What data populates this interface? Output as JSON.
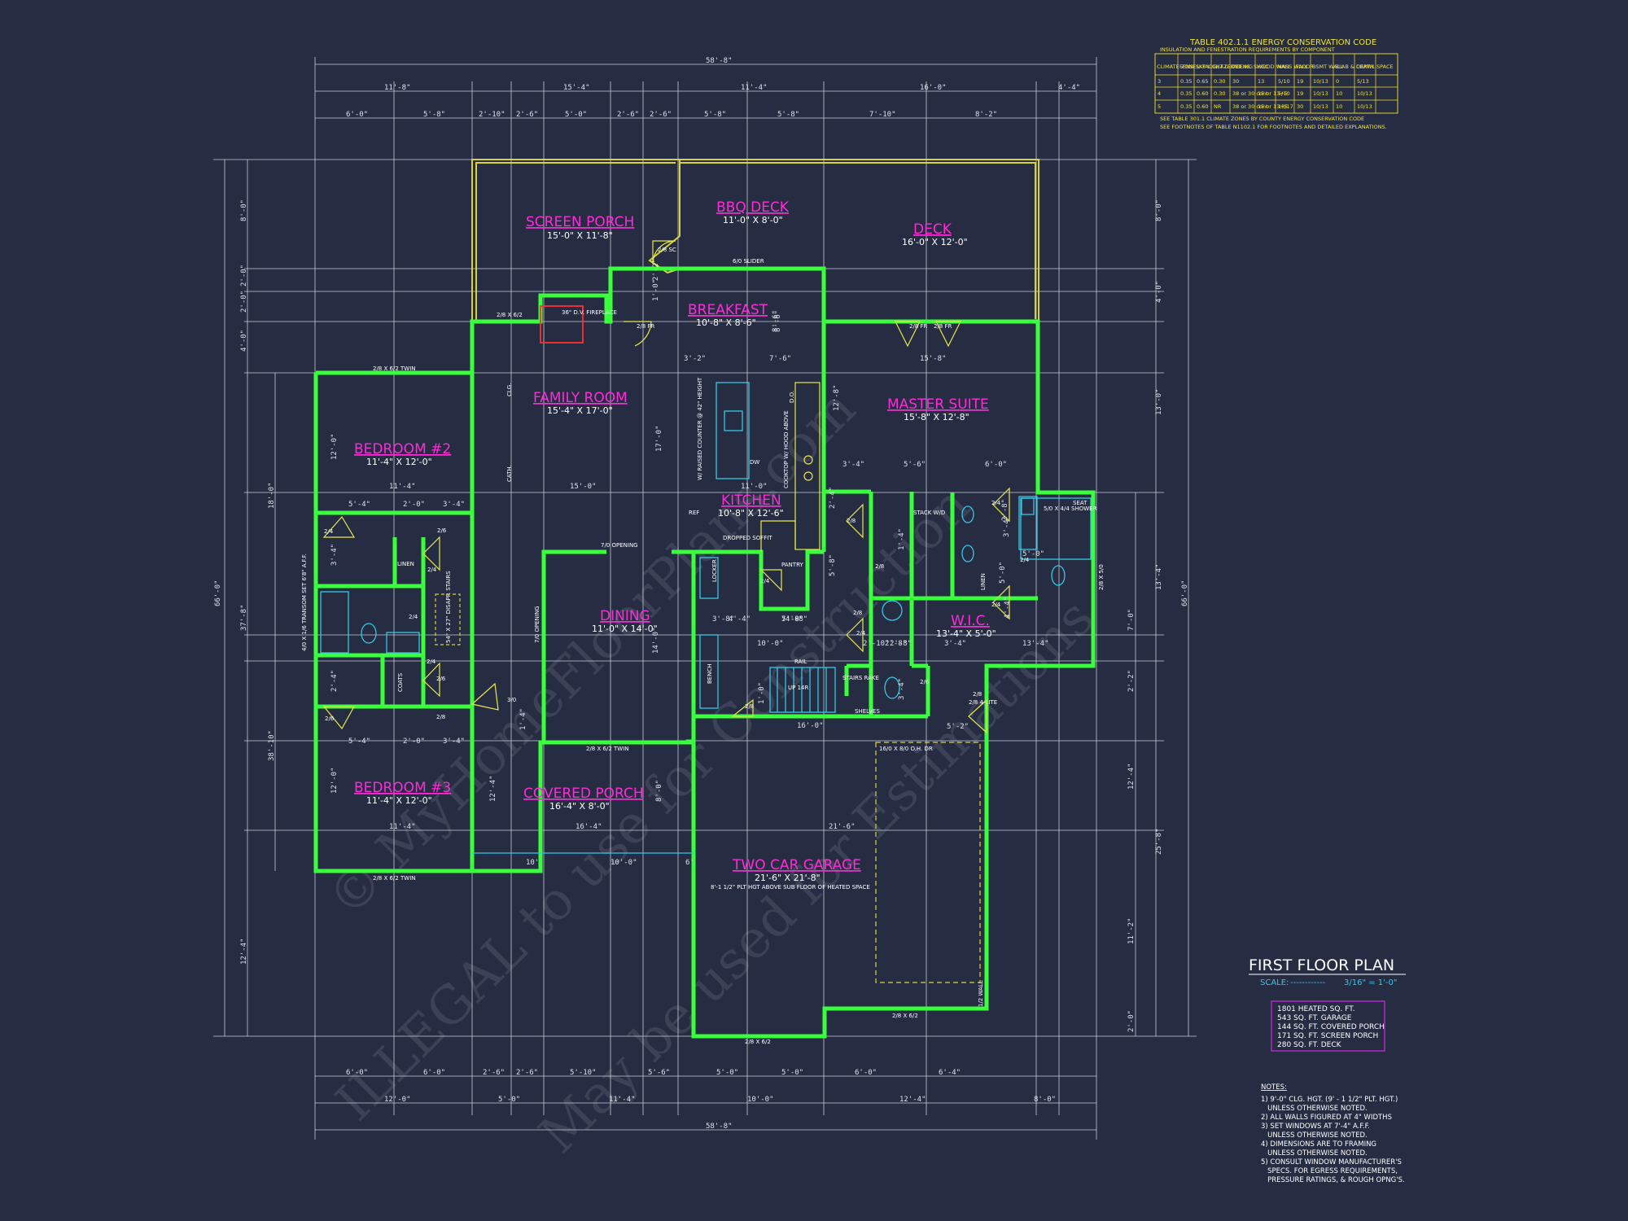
{
  "plan_title": "FIRST FLOOR PLAN",
  "scale": {
    "label": "SCALE:",
    "leader": "------------",
    "value": "3/16\" = 1'-0\""
  },
  "energy_table": {
    "title": "TABLE 402.1.1 ENERGY CONSERVATION CODE",
    "subtitle": "INSULATION AND FENESTRATION REQUIREMENTS BY COMPONENT",
    "headers": [
      "CLIMATE ZONE",
      "FENS. U-FAC",
      "SKY LIGHT U-FAC",
      "GLAZED FENS. SHGC",
      "CEILING",
      "WOOD WALL",
      "MASS WALL",
      "FLOOR",
      "BSMT WALL",
      "SLAB & DEPTH",
      "CRAWL SPACE"
    ],
    "rows": [
      [
        "3",
        "0.35",
        "0.65",
        "0.30",
        "30",
        "13",
        "5/10",
        "19",
        "10/13",
        "0",
        "5/13"
      ],
      [
        "4",
        "0.35",
        "0.60",
        "0.30",
        "38 or 30 cont",
        "15 or 13+5",
        "5/10",
        "19",
        "10/13",
        "10",
        "10/13"
      ],
      [
        "5",
        "0.35",
        "0.60",
        "NR",
        "38 or 30 cont",
        "15 or 13+5",
        "13/17",
        "30",
        "10/13",
        "10",
        "10/13"
      ]
    ],
    "footnotes": [
      "SEE TABLE 301.1 CLIMATE ZONES BY COUNTY ENERGY CONSERVATION CODE",
      "SEE FOOTNOTES OF TABLE N1102.1 FOR FOOTNOTES AND DETAILED EXPLANATIONS."
    ]
  },
  "rooms": [
    {
      "name": "SCREEN PORCH",
      "size": "15'-0\" X 11'-8\""
    },
    {
      "name": "BBQ DECK",
      "size": "11'-0\" X 8'-0\""
    },
    {
      "name": "DECK",
      "size": "16'-0\" X 12'-0\""
    },
    {
      "name": "BREAKFAST",
      "size": "10'-8\" X 8'-6\""
    },
    {
      "name": "FAMILY ROOM",
      "size": "15'-4\" X 17'-0\""
    },
    {
      "name": "MASTER SUITE",
      "size": "15'-8\" X 12'-8\""
    },
    {
      "name": "BEDROOM #2",
      "size": "11'-4\" X 12'-0\""
    },
    {
      "name": "KITCHEN",
      "size": "10'-8\" X 12'-6\""
    },
    {
      "name": "DINING",
      "size": "11'-0\" X 14'-0\""
    },
    {
      "name": "W.I.C.",
      "size": "13'-4\" X 5'-0\""
    },
    {
      "name": "BEDROOM #3",
      "size": "11'-4\" X 12'-0\""
    },
    {
      "name": "COVERED PORCH",
      "size": "16'-4\" X 8'-0\""
    },
    {
      "name": "TWO CAR GARAGE",
      "size": "21'-6\" X 21'-8\"",
      "note": "8'-1 1/2\" PLT HGT ABOVE SUB FLOOR OF HEATED SPACE"
    }
  ],
  "labels": {
    "fireplace": "36\" D.V. FIREPLACE",
    "slider": "6/0 SLIDER",
    "twin_top": "2/8 X 6/2 TWIN",
    "twin_bottom": "2/8 X 6/2 TWIN",
    "dining_win": "2/8 X 6/2 TWIN",
    "opening": "7/0 OPENING",
    "opening2": "7/0 OPENING",
    "dropped_soffit": "DROPPED SOFFIT",
    "pantry": "PANTRY",
    "locker": "LOCKER",
    "bench": "BENCH",
    "rail": "RAIL",
    "up": "UP 14R",
    "stairs_rake": "STAIRS RAKE",
    "shelves": "SHELVES",
    "linen": "LINEN",
    "linen2": "LINEN",
    "coats": "COATS",
    "stack": "STACK W/D",
    "shower": "5/0 X 4/4 SHOWER",
    "seat": "SEAT",
    "ref": "REF",
    "dw": "DW",
    "garage_door": "16/0 X 8/0 O.H. DR",
    "garage_win": "2/8 X 6/2",
    "front_door": "2/8 X 6/2",
    "attic": "54\" X 27\" DISAPP. STAIRS",
    "lite": "2/8 4-LITE",
    "side_win": "4/0 X 1/6 TRANSOM SET 6'8\" A.F.F.",
    "master_win": "2/8 X 5/0",
    "half_wall": "1/2 WALL",
    "island_note": "W/ RAISED COUNTER @ 42\" HEIGHT",
    "cooktop": "COOKTOP W/ HOOD ABOVE",
    "do": "D.O.",
    "clg": "CLG.",
    "cath": "CATH."
  },
  "door_tags": [
    "2/8 FR",
    "2/8 FR",
    "2/8 FR",
    "2/8 X 6/2",
    "2/8 SC",
    "2/4",
    "2/4",
    "2/6",
    "2/6",
    "2/4",
    "2/8",
    "2/4",
    "2/6",
    "2/8",
    "2/8",
    "3/0",
    "2/8",
    "2/4",
    "2/8",
    "2/4",
    "2/6",
    "2/4",
    "2/4",
    "2/4",
    "2/8"
  ],
  "dims": {
    "overall_top": "58'-8\"",
    "overall_bottom": "58'-8\"",
    "overall_left": "66'-0\"",
    "overall_right": "66'-0\"",
    "top_row1": [
      "11'-8\"",
      "15'-4\"",
      "11'-4\"",
      "16'-0\"",
      "4'-4\""
    ],
    "top_row2": [
      "6'-0\"",
      "5'-8\"",
      "2'-10\"",
      "2'-6\"",
      "5'-0\"",
      "2'-6\"",
      "2'-6\"",
      "5'-8\"",
      "5'-8\"",
      "7'-10\"",
      "8'-2\""
    ],
    "bottom_row1": [
      "6'-0\"",
      "6'-0\"",
      "2'-6\"",
      "2'-6\"",
      "5'-10\"",
      "5'-6\"",
      "5'-0\"",
      "5'-0\"",
      "6'-0\"",
      "6'-4\""
    ],
    "bottom_row2": [
      "12'-0\"",
      "5'-0\"",
      "11'-4\"",
      "10'-0\"",
      "12'-4\"",
      "8'-0\""
    ],
    "left_outer": [
      "8'-0\"",
      "2'-0\"",
      "2'-0\"",
      "4'-0\"",
      "37'-8\"",
      "12'-4\""
    ],
    "left_inner": [
      "18'-0\"",
      "38'-10\""
    ],
    "right_outer": [
      "8'-0\"",
      "4'-0\"",
      "13'-0\"",
      "13'-4\"",
      "7'-0\"",
      "2'-2\"",
      "12'-4\"",
      "11'-2\"",
      "2'-0\""
    ],
    "right_inner": [
      "25'-8\""
    ],
    "interior": [
      "11'-4\"",
      "15'-0\"",
      "11'-0\"",
      "5'-4\"",
      "2'-0\"",
      "3'-4\"",
      "5'-4\"",
      "2'-0\"",
      "3'-4\"",
      "11'-4\"",
      "16'-4\"",
      "21'-6\"",
      "10'-0\"",
      "3'-8\"",
      "2'-8\"",
      "16'-0\"",
      "5'-2\"",
      "15'-8\"",
      "3'-4\"",
      "5'-6\"",
      "6'-0\"",
      "7'-6\"",
      "3'-2\"",
      "13'-4\"",
      "5'-0\"",
      "4'-4\"",
      "4'-8\"",
      "7'-8\"",
      "5'-0\"",
      "10'",
      "10'-0\"",
      "6'",
      "2'-10\"",
      "2'-8\"",
      "3'-4\"",
      "12'-0\"",
      "12'-0\"",
      "17'-0\"",
      "12'-8\"",
      "8'-6\"",
      "14'-0\"",
      "8'-0\"",
      "12'-4\"",
      "1'-0\"",
      "2'-2\"",
      "8'-6\"",
      "2'-4\"",
      "5'-8\"",
      "1'-4\"",
      "3'-4\"",
      "3'-4\"",
      "2'-8\"",
      "5'-0\"",
      "4'-4\"",
      "1'-4\"",
      "1'-0\"",
      "3'-4\"",
      "2'-4\""
    ]
  },
  "areas": [
    "1801 HEATED SQ. FT.",
    "543 SQ. FT. GARAGE",
    "144 SQ. FT. COVERED PORCH",
    "171 SQ. FT. SCREEN PORCH",
    "280 SQ. FT. DECK"
  ],
  "notes_title": "NOTES:",
  "notes": [
    "1) 9'-0\" CLG. HGT. (9' - 1 1/2\" PLT. HGT.)",
    "   UNLESS OTHERWISE NOTED.",
    "2) ALL WALLS FIGURED AT 4\" WIDTHS",
    "3) SET WINDOWS AT 7'-4\" A.F.F.",
    "   UNLESS OTHERWISE NOTED.",
    "4) DIMENSIONS ARE TO FRAMING",
    "   UNLESS OTHERWISE NOTED.",
    "5) CONSULT WINDOW MANUFACTURER'S",
    "   SPECS. FOR EGRESS REQUIREMENTS,",
    "   PRESSURE RATINGS, & ROUGH OPNG'S."
  ],
  "watermarks": [
    "© MyHomeFloorPlans.com",
    "ILLEGAL to use for Construction",
    "May be used for Estimations"
  ],
  "colors": {
    "background": "#262c42",
    "walls": "#39ff3c",
    "room_names": "#ff2bd9",
    "deck_outline": "#d8d23c",
    "fixtures": "#37c8e6"
  }
}
